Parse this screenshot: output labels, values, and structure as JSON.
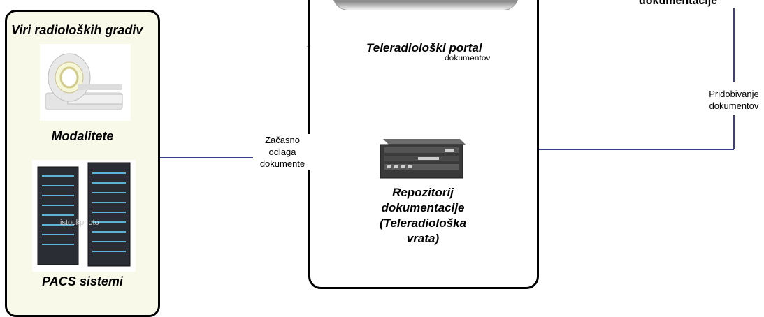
{
  "left_panel": {
    "title": "Viri radioloških gradiv",
    "modalities_caption": "Modalitete",
    "pacs_caption": "PACS sistemi",
    "watermark": "istockphoto"
  },
  "center_panel": {
    "portal_label": "Teleradiološki portal",
    "portal_sublabel": "dokumentov",
    "repository_line1": "Repozitorij",
    "repository_line2": "dokumentacije",
    "repository_line3": "(Teleradiološka",
    "repository_line4": "vrata)"
  },
  "left_connector": {
    "line1": "Začasno",
    "line2": "odlaga",
    "line3": "dokumente"
  },
  "right_side": {
    "title_partial": "dokumentacije",
    "retrieval_line1": "Pridobivanje",
    "retrieval_line2": "dokumentov"
  },
  "colors": {
    "connector": "#3b3f8a",
    "panel_border": "#000000",
    "left_panel_bg": "#f9f9ea"
  }
}
